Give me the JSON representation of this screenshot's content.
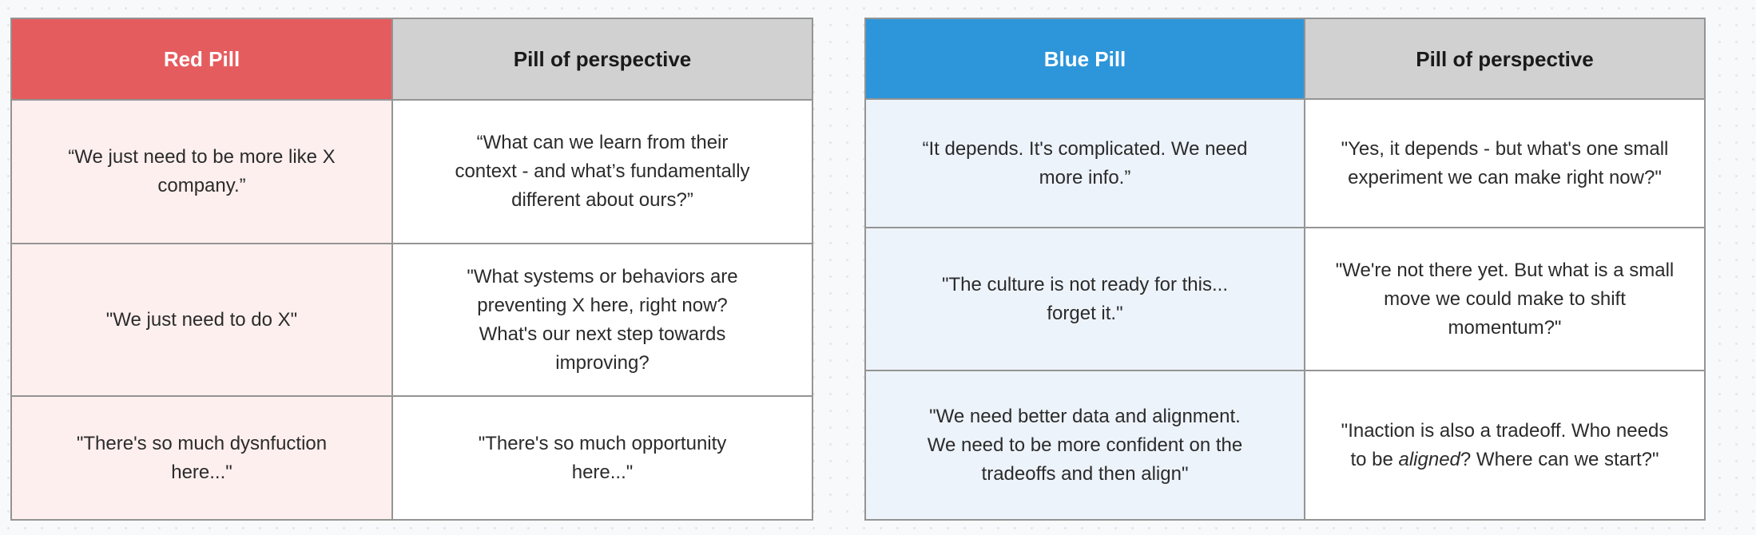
{
  "canvas": {
    "background_color": "#f8f9fa",
    "dot_grid_color": "#e4e8ec"
  },
  "colors": {
    "red_pill_header": "#e55c5f",
    "blue_pill_header": "#2d96da",
    "perspective_header": "#d1d1d1",
    "red_pill_cell_bg": "#fdefee",
    "blue_pill_cell_bg": "#edf3fb",
    "border": "#949494",
    "header_text_on_color": "#ffffff",
    "body_text": "#2b2b2b"
  },
  "tables": [
    {
      "id": "red",
      "header": {
        "pill_label": "Red Pill",
        "perspective_label": "Pill of perspective"
      },
      "rows": [
        {
          "pill": "“We just need to be more like X\ncompany.”",
          "perspective": "“What can we learn from their\ncontext - and what’s fundamentally\ndifferent about ours?”"
        },
        {
          "pill": "\"We just need to do X\"",
          "perspective": "\"What systems or behaviors are\npreventing X here, right now?\nWhat's our next step towards\nimproving?"
        },
        {
          "pill": "\"There's so much dysnfuction\nhere...\"",
          "perspective": "\"There's so much opportunity\nhere...\""
        }
      ]
    },
    {
      "id": "blue",
      "header": {
        "pill_label": "Blue Pill",
        "perspective_label": "Pill of perspective"
      },
      "rows": [
        {
          "pill": "“It depends. It's complicated. We need\nmore info.”",
          "perspective": "\"Yes, it depends - but what's one small\nexperiment we can make right now?\""
        },
        {
          "pill": "\"The culture is not ready for this...\nforget it.\"",
          "perspective": "\"We're not there yet. But what is a small\nmove we could make to shift\nmomentum?\""
        },
        {
          "pill": "\"We need better data and alignment.\nWe need to be more confident on the\ntradeoffs and then align\"",
          "perspective_prefix": "\"Inaction is also a tradeoff. Who needs\nto be ",
          "perspective_italic": "aligned",
          "perspective_suffix": "? Where can we start?\""
        }
      ]
    }
  ]
}
